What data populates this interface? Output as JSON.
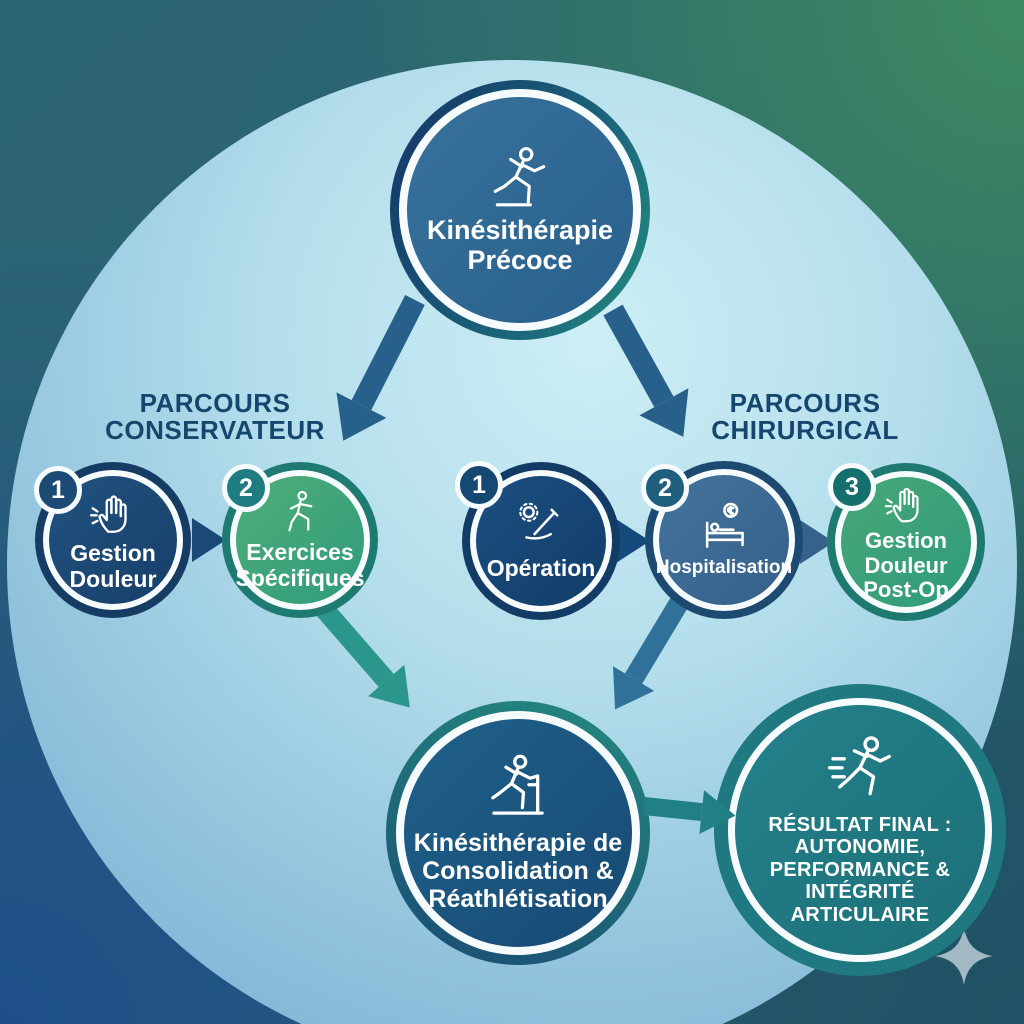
{
  "diagram": {
    "root_node": {
      "label": "Kinésithérapie Précoce",
      "icon": "runner-icon"
    },
    "branches": {
      "conservative": {
        "heading": "PARCOURS CONSERVATEUR",
        "steps": [
          {
            "num": "1",
            "label": "Gestion Douleur",
            "icon": "hand-pain-icon"
          },
          {
            "num": "2",
            "label": "Exercices Spécifiques",
            "icon": "exercise-person-icon"
          }
        ]
      },
      "surgical": {
        "heading": "PARCOURS CHIRURGICAL",
        "steps": [
          {
            "num": "1",
            "label": "Opération",
            "icon": "scalpel-gear-icon"
          },
          {
            "num": "2",
            "label": "Hospitalisation",
            "icon": "hospital-bed-icon"
          },
          {
            "num": "3",
            "label": "Gestion Douleur Post-Op",
            "icon": "hand-pain-icon"
          }
        ]
      }
    },
    "consolidation_node": {
      "label": "Kinésithérapie de Consolidation & Réathlétisation",
      "icon": "treadmill-runner-icon"
    },
    "result_node": {
      "label": "RÉSULTAT FINAL : AUTONOMIE, PERFORMANCE & INTÉGRITÉ ARTICULAIRE",
      "icon": "sprinter-icon"
    },
    "watermark_icon": "sparkle-icon",
    "colors": {
      "navy": "#1b4a74",
      "steel_blue": "#3c6d95",
      "green": "#3fa374",
      "teal": "#1f7c80",
      "heading_text": "#15466e",
      "light_circle": "#b5e0ee"
    }
  }
}
